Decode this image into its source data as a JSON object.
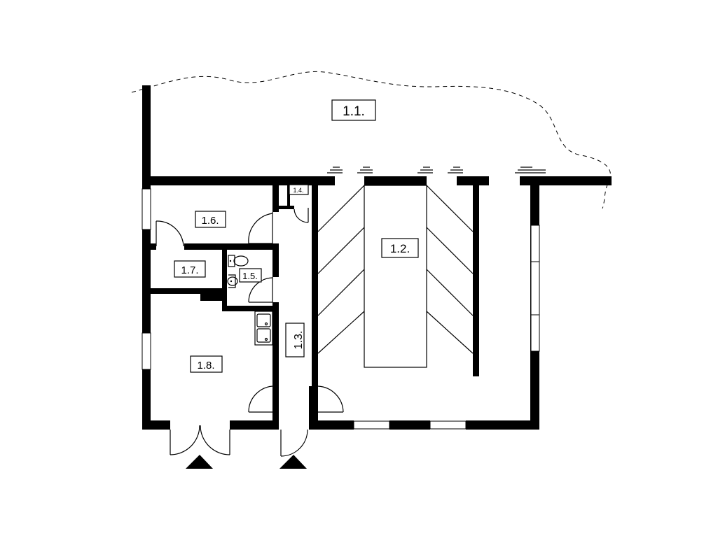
{
  "rooms": {
    "r11": "1.1.",
    "r12": "1.2.",
    "r13": "1.3.",
    "r14": "1.4.",
    "r15": "1.5.",
    "r16": "1.6.",
    "r17": "1.7.",
    "r18": "1.8."
  },
  "colors": {
    "wall": "#000000",
    "background": "#ffffff"
  }
}
